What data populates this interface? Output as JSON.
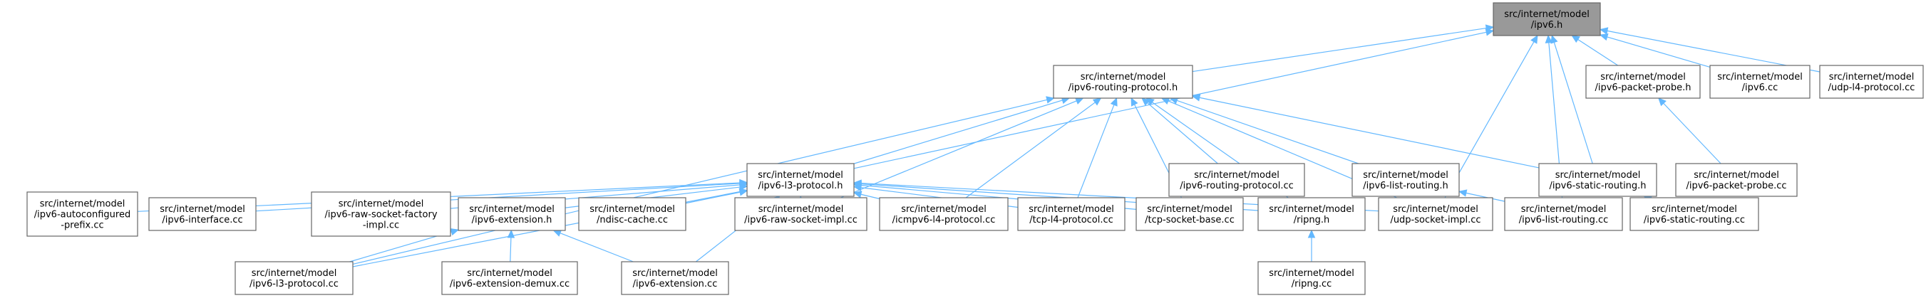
{
  "diagram": {
    "nodes": [
      {
        "id": "ipv6_h",
        "lines": [
          "src/internet/model",
          "/ipv6.h"
        ],
        "root": true
      },
      {
        "id": "ipv6_routing_protocol_h",
        "lines": [
          "src/internet/model",
          "/ipv6-routing-protocol.h"
        ]
      },
      {
        "id": "ipv6_packet_probe_h",
        "lines": [
          "src/internet/model",
          "/ipv6-packet-probe.h"
        ]
      },
      {
        "id": "ipv6_cc",
        "lines": [
          "src/internet/model",
          "/ipv6.cc"
        ]
      },
      {
        "id": "udp_l4_protocol_cc",
        "lines": [
          "src/internet/model",
          "/udp-l4-protocol.cc"
        ]
      },
      {
        "id": "ipv6_l3_protocol_h",
        "lines": [
          "src/internet/model",
          "/ipv6-l3-protocol.h"
        ]
      },
      {
        "id": "ipv6_routing_protocol_cc",
        "lines": [
          "src/internet/model",
          "/ipv6-routing-protocol.cc"
        ]
      },
      {
        "id": "ipv6_list_routing_h",
        "lines": [
          "src/internet/model",
          "/ipv6-list-routing.h"
        ]
      },
      {
        "id": "ipv6_static_routing_h",
        "lines": [
          "src/internet/model",
          "/ipv6-static-routing.h"
        ]
      },
      {
        "id": "ipv6_packet_probe_cc",
        "lines": [
          "src/internet/model",
          "/ipv6-packet-probe.cc"
        ]
      },
      {
        "id": "ipv6_autoconfigured_prefix_cc",
        "lines": [
          "src/internet/model",
          "/ipv6-autoconfigured",
          "-prefix.cc"
        ]
      },
      {
        "id": "ipv6_interface_cc",
        "lines": [
          "src/internet/model",
          "/ipv6-interface.cc"
        ]
      },
      {
        "id": "ipv6_raw_socket_factory_impl_cc",
        "lines": [
          "src/internet/model",
          "/ipv6-raw-socket-factory",
          "-impl.cc"
        ]
      },
      {
        "id": "ipv6_extension_h",
        "lines": [
          "src/internet/model",
          "/ipv6-extension.h"
        ]
      },
      {
        "id": "ndisc_cache_cc",
        "lines": [
          "src/internet/model",
          "/ndisc-cache.cc"
        ]
      },
      {
        "id": "ipv6_raw_socket_impl_cc",
        "lines": [
          "src/internet/model",
          "/ipv6-raw-socket-impl.cc"
        ]
      },
      {
        "id": "icmpv6_l4_protocol_cc",
        "lines": [
          "src/internet/model",
          "/icmpv6-l4-protocol.cc"
        ]
      },
      {
        "id": "tcp_l4_protocol_cc",
        "lines": [
          "src/internet/model",
          "/tcp-l4-protocol.cc"
        ]
      },
      {
        "id": "tcp_socket_base_cc",
        "lines": [
          "src/internet/model",
          "/tcp-socket-base.cc"
        ]
      },
      {
        "id": "ripng_h",
        "lines": [
          "src/internet/model",
          "/ripng.h"
        ]
      },
      {
        "id": "udp_socket_impl_cc",
        "lines": [
          "src/internet/model",
          "/udp-socket-impl.cc"
        ]
      },
      {
        "id": "ipv6_list_routing_cc",
        "lines": [
          "src/internet/model",
          "/ipv6-list-routing.cc"
        ]
      },
      {
        "id": "ipv6_static_routing_cc",
        "lines": [
          "src/internet/model",
          "/ipv6-static-routing.cc"
        ]
      },
      {
        "id": "ipv6_l3_protocol_cc",
        "lines": [
          "src/internet/model",
          "/ipv6-l3-protocol.cc"
        ]
      },
      {
        "id": "ipv6_extension_demux_cc",
        "lines": [
          "src/internet/model",
          "/ipv6-extension-demux.cc"
        ]
      },
      {
        "id": "ipv6_extension_cc",
        "lines": [
          "src/internet/model",
          "/ipv6-extension.cc"
        ]
      },
      {
        "id": "ripng_cc",
        "lines": [
          "src/internet/model",
          "/ripng.cc"
        ]
      }
    ],
    "edges": [
      {
        "from": "ipv6_routing_protocol_h",
        "to": "ipv6_h"
      },
      {
        "from": "ipv6_l3_protocol_h",
        "to": "ipv6_h"
      },
      {
        "from": "ipv6_packet_probe_h",
        "to": "ipv6_h"
      },
      {
        "from": "ipv6_cc",
        "to": "ipv6_h"
      },
      {
        "from": "udp_l4_protocol_cc",
        "to": "ipv6_h"
      },
      {
        "from": "ipv6_static_routing_h",
        "to": "ipv6_h"
      },
      {
        "from": "udp_socket_impl_cc",
        "to": "ipv6_h"
      },
      {
        "from": "ipv6_list_routing_cc",
        "to": "ipv6_h"
      },
      {
        "from": "ipv6_packet_probe_cc",
        "to": "ipv6_packet_probe_h"
      },
      {
        "from": "ipv6_l3_protocol_h",
        "to": "ipv6_routing_protocol_h"
      },
      {
        "from": "ipv6_routing_protocol_cc",
        "to": "ipv6_routing_protocol_h"
      },
      {
        "from": "ipv6_list_routing_h",
        "to": "ipv6_routing_protocol_h"
      },
      {
        "from": "ipv6_static_routing_h",
        "to": "ipv6_routing_protocol_h"
      },
      {
        "from": "ipv6_raw_socket_impl_cc",
        "to": "ipv6_routing_protocol_h"
      },
      {
        "from": "icmpv6_l4_protocol_cc",
        "to": "ipv6_routing_protocol_h"
      },
      {
        "from": "tcp_l4_protocol_cc",
        "to": "ipv6_routing_protocol_h"
      },
      {
        "from": "tcp_socket_base_cc",
        "to": "ipv6_routing_protocol_h"
      },
      {
        "from": "ripng_h",
        "to": "ipv6_routing_protocol_h"
      },
      {
        "from": "udp_socket_impl_cc",
        "to": "ipv6_routing_protocol_h"
      },
      {
        "from": "ipv6_l3_protocol_cc",
        "to": "ipv6_routing_protocol_h"
      },
      {
        "from": "ipv6_autoconfigured_prefix_cc",
        "to": "ipv6_l3_protocol_h"
      },
      {
        "from": "ipv6_interface_cc",
        "to": "ipv6_l3_protocol_h"
      },
      {
        "from": "ipv6_raw_socket_factory_impl_cc",
        "to": "ipv6_l3_protocol_h"
      },
      {
        "from": "ipv6_extension_h",
        "to": "ipv6_l3_protocol_h"
      },
      {
        "from": "ndisc_cache_cc",
        "to": "ipv6_l3_protocol_h"
      },
      {
        "from": "ipv6_raw_socket_impl_cc",
        "to": "ipv6_l3_protocol_h"
      },
      {
        "from": "icmpv6_l4_protocol_cc",
        "to": "ipv6_l3_protocol_h"
      },
      {
        "from": "tcp_l4_protocol_cc",
        "to": "ipv6_l3_protocol_h"
      },
      {
        "from": "tcp_socket_base_cc",
        "to": "ipv6_l3_protocol_h"
      },
      {
        "from": "ripng_h",
        "to": "ipv6_l3_protocol_h"
      },
      {
        "from": "udp_socket_impl_cc",
        "to": "ipv6_l3_protocol_h"
      },
      {
        "from": "ipv6_l3_protocol_cc",
        "to": "ipv6_l3_protocol_h"
      },
      {
        "from": "ipv6_extension_cc",
        "to": "ipv6_l3_protocol_h"
      },
      {
        "from": "ipv6_list_routing_cc",
        "to": "ipv6_list_routing_h"
      },
      {
        "from": "ipv6_static_routing_cc",
        "to": "ipv6_static_routing_h"
      },
      {
        "from": "ipv6_l3_protocol_cc",
        "to": "ipv6_extension_h"
      },
      {
        "from": "ipv6_extension_demux_cc",
        "to": "ipv6_extension_h"
      },
      {
        "from": "ipv6_extension_cc",
        "to": "ipv6_extension_h"
      },
      {
        "from": "ripng_cc",
        "to": "ripng_h"
      }
    ]
  },
  "colors": {
    "edge": "#63b8ff",
    "node_border": "#666666",
    "root_fill": "#999999",
    "node_fill": "#ffffff",
    "text": "#000000"
  }
}
